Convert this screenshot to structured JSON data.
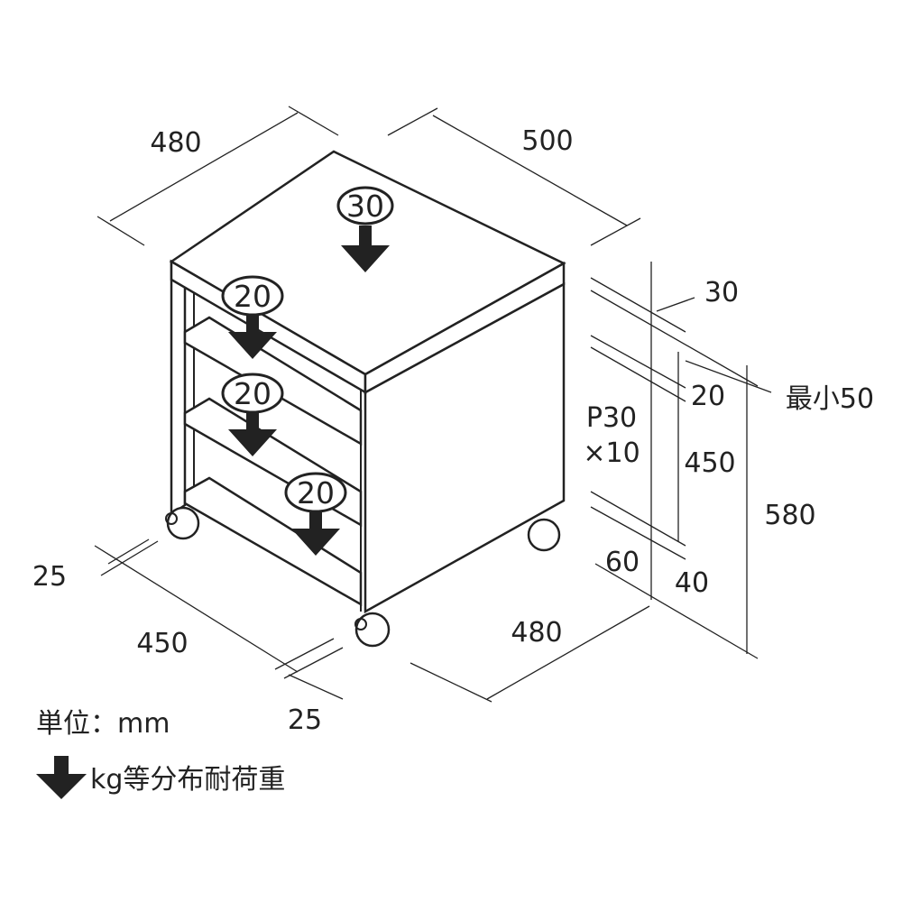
{
  "dimensions": {
    "top_depth": "480",
    "top_width": "500",
    "top_thickness": "30",
    "shelf_gap": "20",
    "min_clearance": "最小50",
    "pitch": "P30",
    "pitch_count": "×10",
    "inner_height": "450",
    "total_height": "580",
    "bottom_offset": "60",
    "bottom_gap": "40",
    "side_left": "25",
    "inner_width": "450",
    "base_width": "480",
    "side_right": "25"
  },
  "loads": {
    "top": "30",
    "shelf1": "20",
    "shelf2": "20",
    "bottom": "20"
  },
  "legend": {
    "unit": "単位：mm",
    "load_note": "kg等分布耐荷重"
  }
}
